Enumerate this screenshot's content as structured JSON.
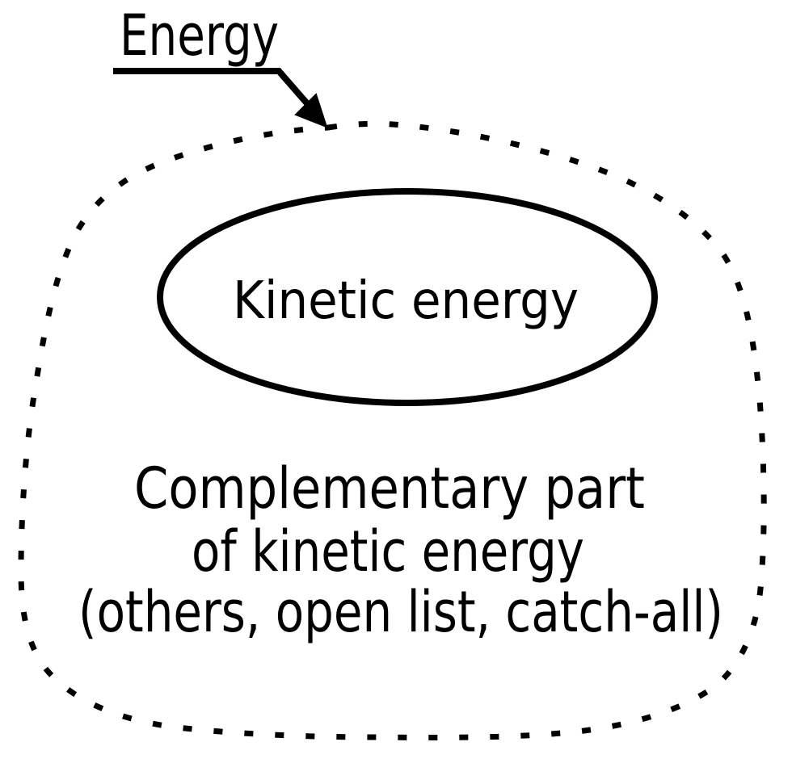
{
  "diagram": {
    "title_label": "Energy",
    "kinetic_ellipse": {
      "label": "Kinetic energy"
    },
    "complement_text": {
      "line1": "Complementary part",
      "line2": "of kinetic energy",
      "line3": "(others, open list, catch-all)"
    },
    "colors": {
      "ink": "#000000",
      "background": "#ffffff"
    }
  }
}
